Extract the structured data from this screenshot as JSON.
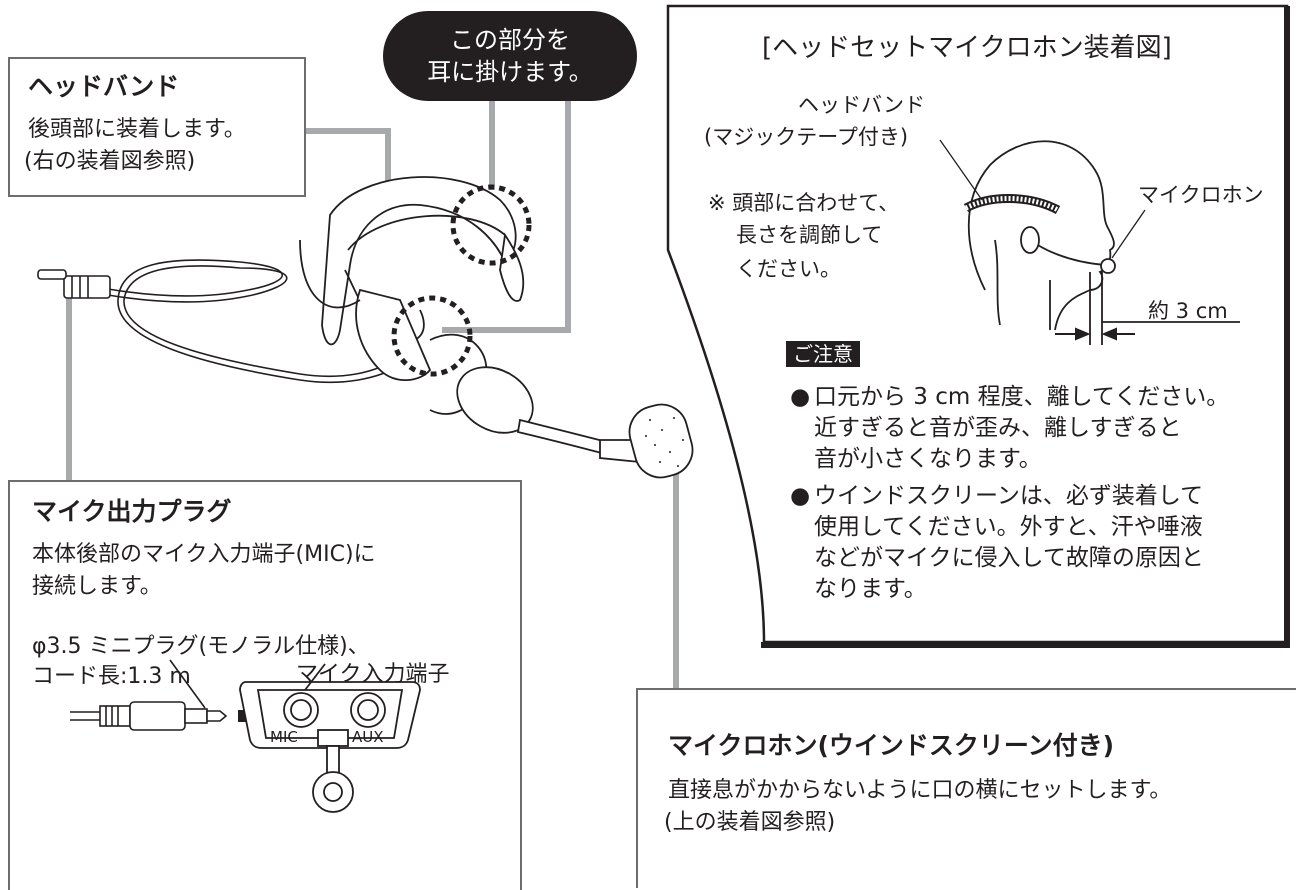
{
  "headband_box": {
    "title": "ヘッドバンド",
    "line1": "後頭部に装着します。",
    "line2": "(右の装着図参照)"
  },
  "ear_callout": {
    "line1": "この部分を",
    "line2": "耳に掛けます。"
  },
  "wearing_figure": {
    "title": "[ヘッドセットマイクロホン装着図]",
    "headband_label": "ヘッドバンド",
    "velcro_label": "(マジックテープ付き)",
    "adjust_note_1": "※ 頭部に合わせて、",
    "adjust_note_2": "長さを調節して",
    "adjust_note_3": "ください。",
    "mic_label": "マイクロホン",
    "distance_label": "約 3 cm"
  },
  "caution": {
    "badge": "ご注意",
    "item1": [
      "口元から 3 cm 程度、離してください。",
      "近すぎると音が歪み、離しすぎると",
      "音が小さくなります。"
    ],
    "item2": [
      "ウインドスクリーンは、必ず装着して",
      "使用してください。外すと、汗や唾液",
      "などがマイクに侵入して故障の原因と",
      "なります。"
    ]
  },
  "plug_box": {
    "title": "マイク出力プラグ",
    "line1": "本体後部のマイク入力端子(MIC)に",
    "line2": "接続します。",
    "spec1": "φ3.5 ミニプラグ(モノラル仕様)、",
    "spec2": "コード長:1.3 m",
    "jack_label": "マイク入力端子",
    "mic_port": "MIC",
    "aux_port": "AUX"
  },
  "mic_box": {
    "title": "マイクロホン(ウインドスクリーン付き)",
    "line1": "直接息がかからないように口の横にセットします。",
    "line2": "(上の装着図参照)"
  },
  "colors": {
    "leader": "#a7a9ac",
    "ink": "#231f20",
    "box_border": "#6d6d6d"
  }
}
